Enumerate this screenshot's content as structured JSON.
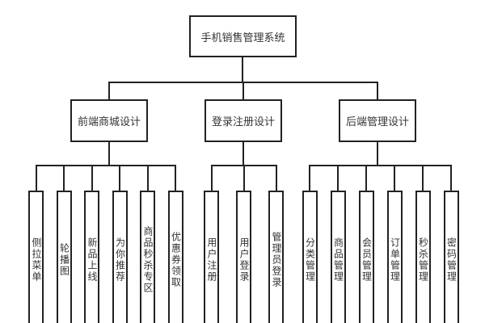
{
  "diagram": {
    "type": "tree-flowchart",
    "root": {
      "label": "手机销售管理系统"
    },
    "branches": [
      {
        "label": "前端商城设计",
        "children": [
          "侧拉菜单",
          "轮播图",
          "新品上线",
          "为你推荐",
          "商品秒杀专区",
          "优惠券领取"
        ]
      },
      {
        "label": "登录注册设计",
        "children": [
          "用户注册",
          "用户登录",
          "管理员登录"
        ]
      },
      {
        "label": "后端管理设计",
        "children": [
          "分类管理",
          "商品管理",
          "会员管理",
          "订单管理",
          "秒杀管理",
          "密码管理"
        ]
      }
    ],
    "colors": {
      "background": "#ffffff",
      "line": "#222222",
      "box_border": "#222222",
      "text": "#333333"
    }
  }
}
